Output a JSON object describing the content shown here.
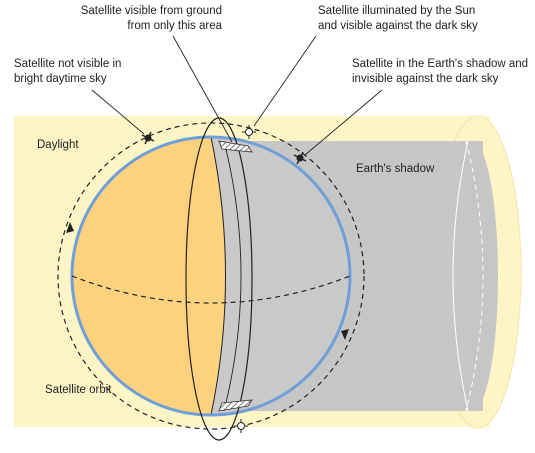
{
  "labels": {
    "visible_from_ground_1": "Satellite visible from ground",
    "visible_from_ground_2": "from only this area",
    "illuminated_1": "Satellite illuminated by the Sun",
    "illuminated_2": "and visible against the dark sky",
    "not_visible_1": "Satellite not visible in",
    "not_visible_2": "bright daytime sky",
    "in_shadow_1": "Satellite in the Earth's shadow and",
    "in_shadow_2": "invisible against the dark sky",
    "daylight": "Daylight",
    "earths_shadow": "Earth's shadow",
    "satellite_orbit": "Satellite orbit"
  },
  "colors": {
    "daylight_band": "#fdf5c6",
    "daylight_edge": "#f3e7a3",
    "earth_day": "#fdd27e",
    "earth_night": "#c9c9c9",
    "shadow_cylinder": "#c6c6c6",
    "earth_outline": "#6f9fd8",
    "line": "#222222"
  },
  "icons": [
    "satellite-dark-icon",
    "satellite-bright-icon"
  ]
}
